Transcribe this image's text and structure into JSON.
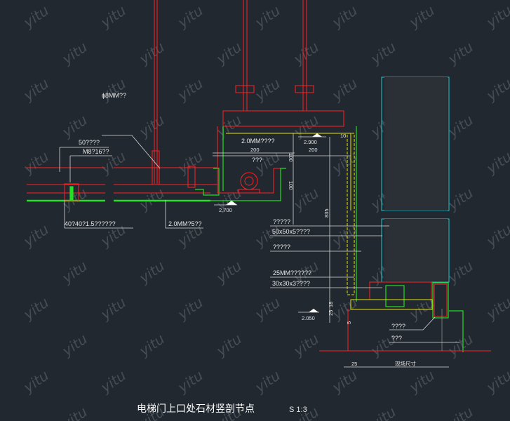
{
  "watermark": "yitu",
  "labels": {
    "rod": "ϕ8MM??",
    "angle50": "50????",
    "bolt": "M8?16??",
    "tube": "40?40?1.5??????",
    "plate_left": "2.0MM?5??",
    "plate_top": "2.0MM????",
    "dim_200a": "200",
    "dim_200b": "200",
    "motor": "???",
    "dim_100": "100",
    "dim_100b": "100",
    "dim_10": "10",
    "level_2900": "2.900",
    "level_2700": "2.700",
    "level_2050": "2.050",
    "dim_835": "835",
    "l1": "?????",
    "l2": "50x50x5????",
    "l3": "?????",
    "l4": "25MM??????",
    "l5": "30x30x3????",
    "dim_25": "25",
    "dim_18": "18",
    "dim_5": "5",
    "l6": "????",
    "l7": "???",
    "dim_25b": "25",
    "site_size": "现场尺寸"
  },
  "title": "电梯门上口处石材竖剖节点",
  "scale": "S 1:3"
}
